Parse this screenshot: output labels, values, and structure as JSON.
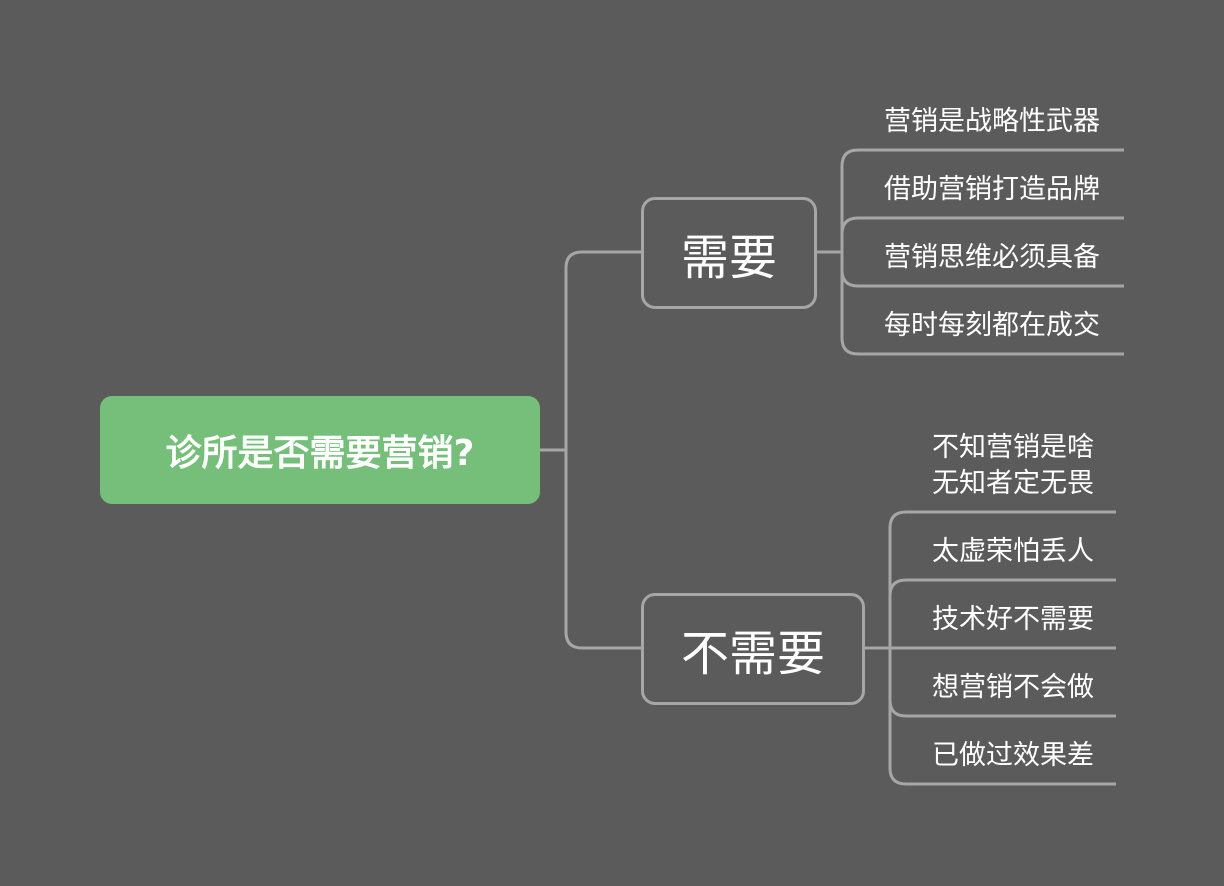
{
  "mindmap": {
    "root": {
      "label": "诊所是否需要营销?"
    },
    "branches": [
      {
        "label": "需要",
        "children": [
          {
            "lines": [
              "营销是战略性武器"
            ]
          },
          {
            "lines": [
              "借助营销打造品牌"
            ]
          },
          {
            "lines": [
              "营销思维必须具备"
            ]
          },
          {
            "lines": [
              "每时每刻都在成交"
            ]
          }
        ]
      },
      {
        "label": "不需要",
        "children": [
          {
            "lines": [
              "不知营销是啥",
              "无知者定无畏"
            ]
          },
          {
            "lines": [
              "太虚荣怕丢人"
            ]
          },
          {
            "lines": [
              "技术好不需要"
            ]
          },
          {
            "lines": [
              "想营销不会做"
            ]
          },
          {
            "lines": [
              "已做过效果差"
            ]
          }
        ]
      }
    ]
  },
  "colors": {
    "background": "#5b5b5b",
    "root_fill": "#75bf7a",
    "line": "#a6a6a6",
    "text": "#ffffff"
  }
}
